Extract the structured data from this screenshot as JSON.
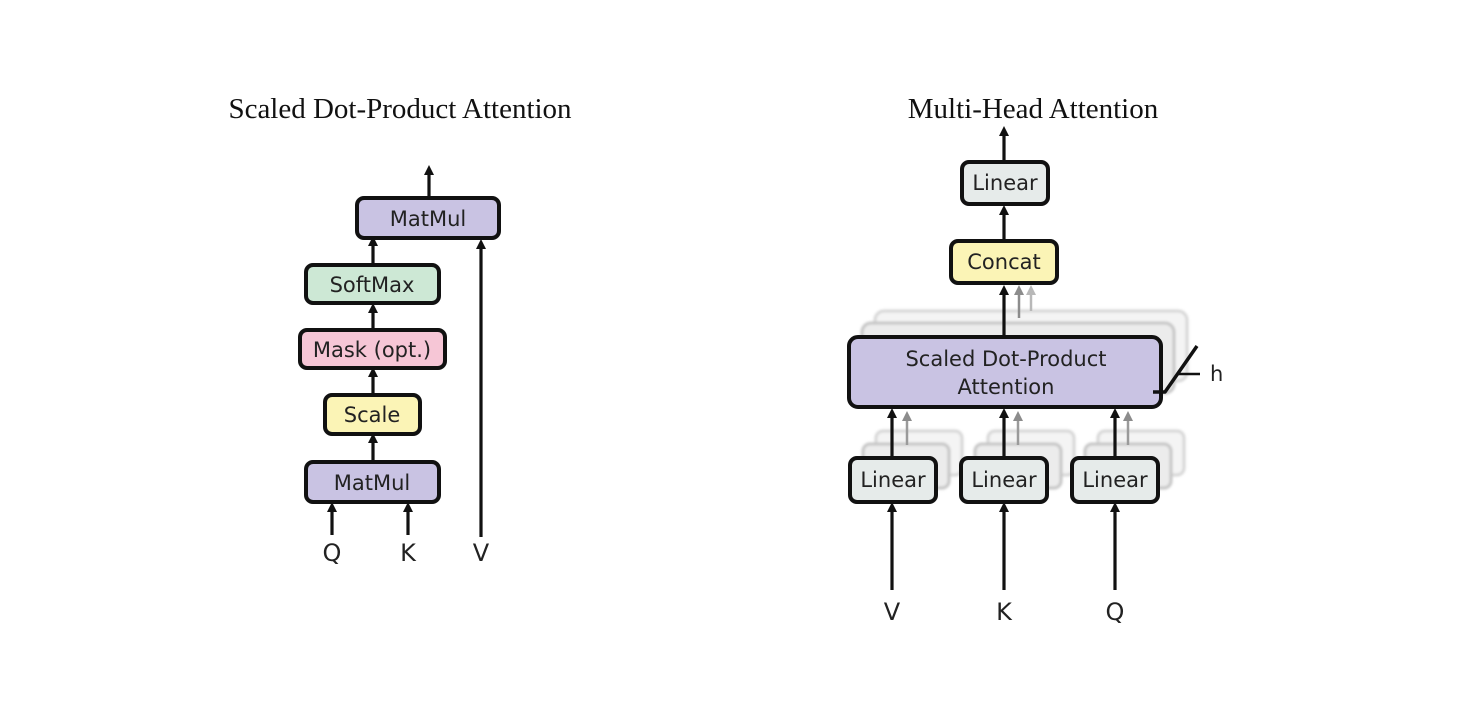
{
  "figure": {
    "left": {
      "title": "Scaled Dot-Product Attention",
      "blocks": {
        "matmul_top": "MatMul",
        "softmax": "SoftMax",
        "mask": "Mask (opt.)",
        "scale": "Scale",
        "matmul_bottom": "MatMul"
      },
      "inputs": {
        "q": "Q",
        "k": "K",
        "v": "V"
      }
    },
    "right": {
      "title": "Multi-Head Attention",
      "blocks": {
        "linear_out": "Linear",
        "concat": "Concat",
        "attention_line1": "Scaled Dot-Product",
        "attention_line2": "Attention",
        "linear_v": "Linear",
        "linear_k": "Linear",
        "linear_q": "Linear"
      },
      "heads_label": "h",
      "inputs": {
        "v": "V",
        "k": "K",
        "q": "Q"
      }
    }
  },
  "colors": {
    "matmul": "#c9c3e3",
    "softmax": "#cde8d5",
    "mask": "#f6c6d6",
    "scale": "#fbf4b6",
    "concat": "#fbf4b6",
    "linear": "#e6ebea",
    "attention": "#c9c3e3"
  }
}
